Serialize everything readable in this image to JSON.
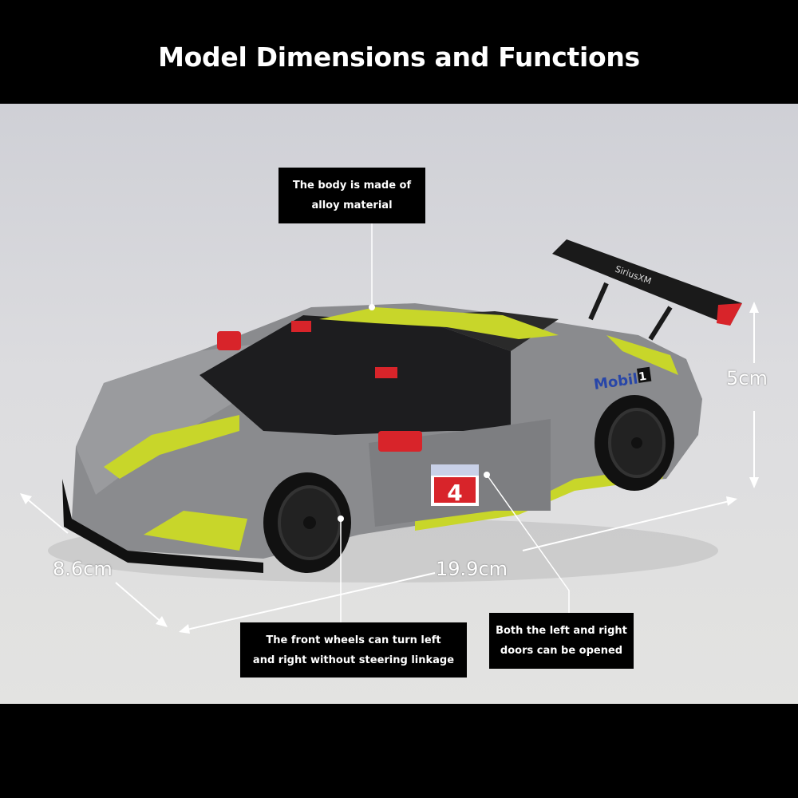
{
  "header": {
    "title": "Model Dimensions and Functions"
  },
  "callouts": {
    "body": [
      "The body is made of",
      "alloy material"
    ],
    "wheels": [
      "The front wheels can turn left",
      "and right without steering linkage"
    ],
    "doors": [
      "Both the left and right",
      "doors can be opened"
    ]
  },
  "dimensions": {
    "height": "5cm",
    "width": "8.6cm",
    "length": "19.9cm"
  },
  "car_decals": {
    "number": "4",
    "sponsor": "Mobil",
    "sponsor_number": "1",
    "wing": "SiriusXM"
  },
  "colors": {
    "body": "#8a8b8e",
    "stripe": "#c8d62a",
    "accent_red": "#d8242a",
    "background": "#000000"
  }
}
